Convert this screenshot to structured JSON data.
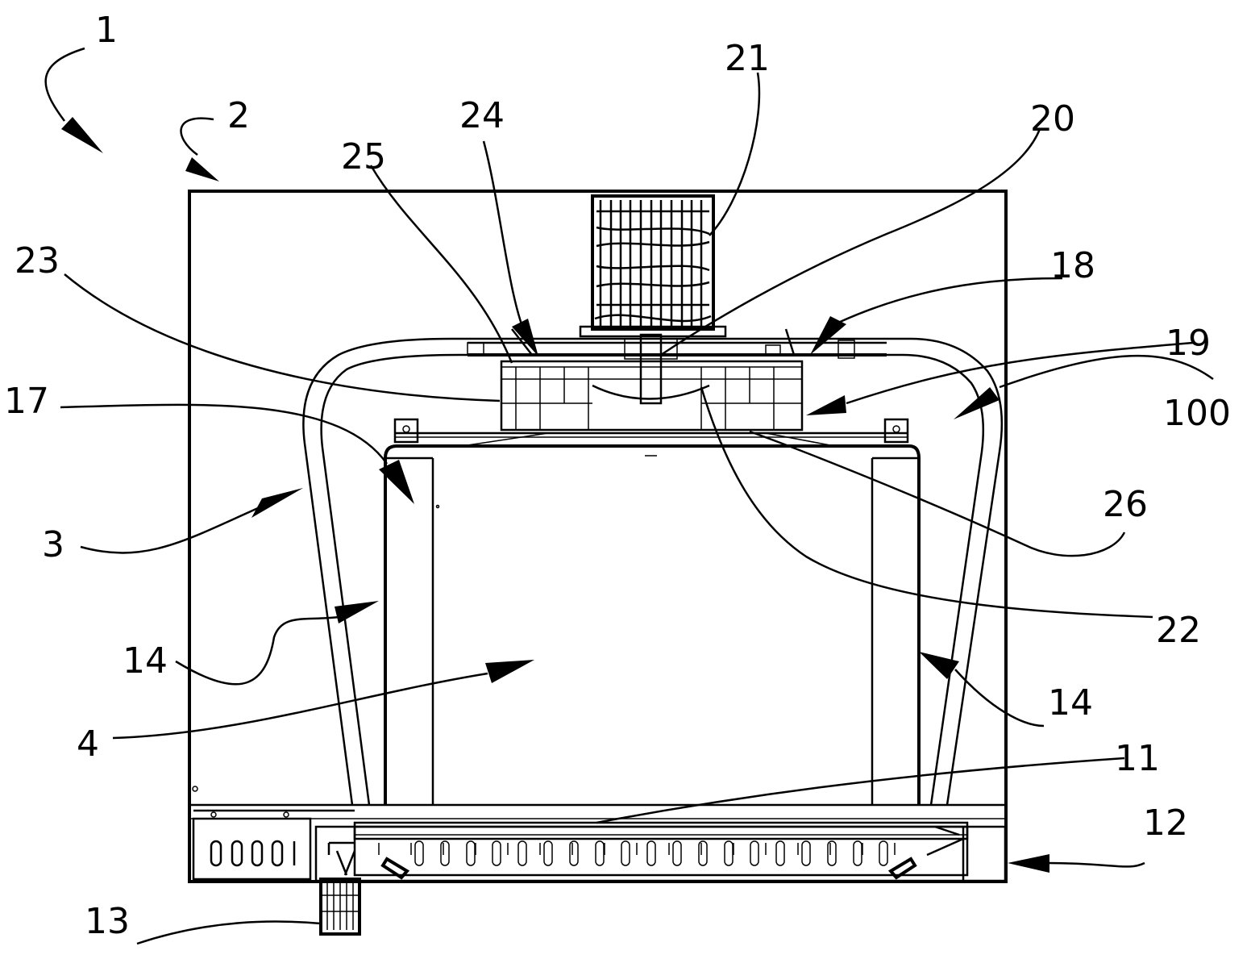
{
  "diagram": {
    "labels": {
      "l1": "1",
      "l2": "2",
      "l3": "3",
      "l4": "4",
      "l11": "11",
      "l12": "12",
      "l13": "13",
      "l14a": "14",
      "l14b": "14",
      "l17": "17",
      "l18": "18",
      "l19": "19",
      "l20": "20",
      "l21": "21",
      "l22": "22",
      "l23": "23",
      "l24": "24",
      "l25": "25",
      "l26": "26",
      "l100": "100"
    }
  }
}
